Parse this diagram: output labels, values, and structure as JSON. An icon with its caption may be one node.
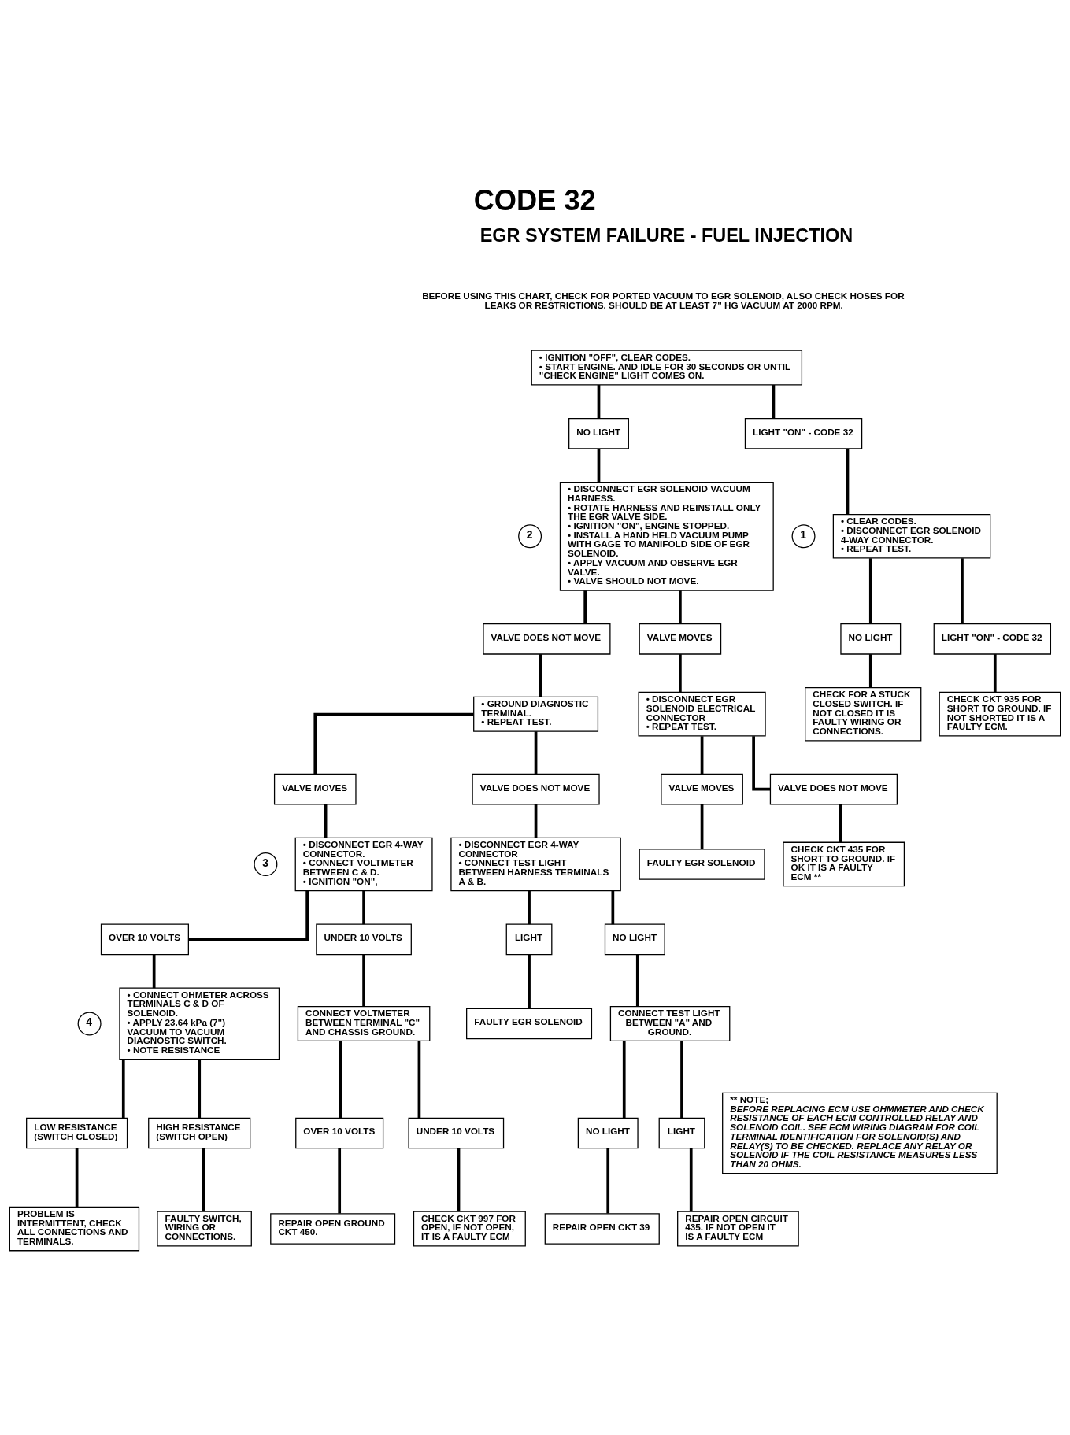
{
  "diagram": {
    "title": "CODE 32",
    "nodes": [
      {
        "text": [
          "• IGNITION \"OFF\", CLEAR CODES.",
          "• START ENGINE. AND IDLE FOR 30 SECONDS OR UNTIL \"CHECK ENGINE\" LIGHT COMES ON."
        ]
      },
      {
        "text": [
          "NO LIGHT"
        ]
      },
      {
        "text": [
          "LIGHT \"ON\" - CODE 32"
        ]
      },
      {
        "text": [
          "2"
        ]
      },
      {
        "text": [
          "• DISCONNECT EGR SOLENOID VACUUM HARNESS.",
          "• ROTATE HARNESS AND REINSTALL ONLY THE EGR VALVE SIDE.",
          "• IGNITION \"ON\", ENGINE STOPPED.",
          "• INSTALL A HAND HELD VACUUM PUMP WITH GAGE TO MANIFOLD SIDE OF EGR SOLENOID.",
          "• APPLY VACUUM AND OBSERVE EGR VALVE.",
          "• VALVE SHOULD NOT MOVE."
        ]
      },
      {
        "text": [
          "1"
        ]
      },
      {
        "text": [
          "• CLEAR CODES.",
          "• DISCONNECT EGR SOLENOID 4-WAY CONNECTOR.",
          "• REPEAT TEST."
        ]
      },
      {
        "text": [
          "NO LIGHT"
        ]
      },
      {
        "text": [
          "LIGHT \"ON\" - CODE 32"
        ]
      },
      {
        "text": [
          "CHECK FOR A STUCK CLOSED SWITCH. IF NOT CLOSED IT IS FAULTY WIRING OR CONNECTIONS."
        ]
      },
      {
        "text": [
          "CHECK CKT 935 FOR SHORT TO GROUND. IF NOT SHORTED IT IS A FAULTY ECM."
        ]
      },
      {
        "text": [
          "VALVE DOES NOT MOVE"
        ]
      },
      {
        "text": [
          "VALVE MOVES"
        ]
      },
      {
        "text": [
          "• GROUND DIAGNOSTIC TERMINAL.",
          "• REPEAT TEST."
        ]
      },
      {
        "text": [
          "• DISCONNECT EGR SOLENOID ELECTRICAL CONNECTOR",
          "• REPEAT TEST."
        ]
      },
      {
        "text": [
          "VALVE MOVES"
        ]
      },
      {
        "text": [
          "VALVE DOES NOT MOVE"
        ]
      },
      {
        "text": [
          "VALVE MOVES"
        ]
      },
      {
        "text": [
          "VALVE DOES NOT MOVE"
        ]
      },
      {
        "text": [
          "3"
        ]
      },
      {
        "text": [
          "• DISCONNECT EGR 4-WAY CONNECTOR.",
          "• CONNECT VOLTMETER BETWEEN C & D.",
          "• IGNITION \"ON\","
        ]
      },
      {
        "text": [
          "• DISCONNECT EGR 4-WAY CONNECTOR",
          "• CONNECT TEST LIGHT BETWEEN HARNESS TERMINALS A & B."
        ]
      },
      {
        "text": [
          "FAULTY EGR SOLENOID"
        ]
      },
      {
        "text": [
          "CHECK CKT 435 FOR SHORT TO GROUND. IF OK IT IS A FAULTY ECM **"
        ]
      },
      {
        "text": [
          "LIGHT"
        ]
      },
      {
        "text": [
          "NO LIGHT"
        ]
      },
      {
        "text": [
          "FAULTY EGR SOLENOID"
        ]
      },
      {
        "text": [
          "CONNECT TEST LIGHT BETWEEN \"A\" AND GROUND."
        ]
      },
      {
        "text": [
          "OVER 10 VOLTS"
        ]
      },
      {
        "text": [
          "UNDER 10 VOLTS"
        ]
      },
      {
        "text": [
          "NO LIGHT"
        ]
      },
      {
        "text": [
          "LIGHT"
        ]
      },
      {
        "text": [
          "4"
        ]
      },
      {
        "text": [
          "• CONNECT OHMETER ACROSS TERMINALS C & D OF SOLENOID.",
          "• APPLY 23.64 kPa (7\") VACUUM TO VACUUM DIAGNOSTIC SWITCH.",
          "• NOTE RESISTANCE"
        ]
      },
      {
        "text": [
          "CONNECT VOLTMETER BETWEEN TERMINAL \"C\" AND CHASSIS GROUND."
        ]
      },
      {
        "text": [
          "REPAIR OPEN CKT 39"
        ]
      },
      {
        "text": [
          "REPAIR OPEN CIRCUIT 435. IF NOT OPEN IT IS A FAULTY ECM"
        ]
      },
      {
        "text": [
          "OVER 10 VOLTS"
        ]
      },
      {
        "text": [
          "UNDER 10 VOLTS"
        ]
      },
      {
        "text": [
          "REPAIR OPEN GROUND CKT 450."
        ]
      },
      {
        "text": [
          "CHECK CKT 997 FOR OPEN, IF NOT OPEN, IT IS A FAULTY ECM"
        ]
      },
      {
        "text": [
          "LOW RESISTANCE (SWITCH CLOSED)"
        ]
      },
      {
        "text": [
          "HIGH RESISTANCE (SWITCH OPEN)"
        ]
      },
      {
        "text": [
          "** NOTE;",
          "BEFORE REPLACING ECM USE OHMMETER AND CHECK RESISTANCE OF EACH ECM CONTROLLED RELAY AND SOLENOID COIL. SEE ECM WIRING DIAGRAM FOR COIL TERMINAL IDENTIFICATION FOR SOLENOID(S) AND RELAY(S) TO BE CHECKED. REPLACE ANY RELAY OR SOLENOID IF THE COIL RESISTANCE MEASURES LESS THAN 20 OHMS."
        ]
      },
      {
        "text": [
          "PROBLEM IS INTERMITTENT, CHECK ALL CONNECTIONS AND TERMINALS."
        ]
      },
      {
        "text": [
          "FAULTY SWITCH, WIRING OR CONNECTIONS."
        ]
      }
    ],
    "edges": [
      {
        "from": 0,
        "to": 1,
        "arrow": "none"
      },
      {
        "from": 0,
        "to": 2,
        "arrow": "none"
      },
      {
        "from": 1,
        "to": 4,
        "arrow": "none"
      },
      {
        "from": 2,
        "to": 6,
        "arrow": "none"
      },
      {
        "from": 6,
        "to": 7,
        "arrow": "none"
      },
      {
        "from": 6,
        "to": 8,
        "arrow": "none"
      },
      {
        "from": 7,
        "to": 9,
        "arrow": "none"
      },
      {
        "from": 8,
        "to": 10,
        "arrow": "none"
      },
      {
        "from": 4,
        "to": 11,
        "arrow": "none"
      },
      {
        "from": 4,
        "to": 12,
        "arrow": "none"
      },
      {
        "from": 11,
        "to": 13,
        "arrow": "none"
      },
      {
        "from": 12,
        "to": 14,
        "arrow": "none"
      },
      {
        "from": 13,
        "to": 15,
        "arrow": "none"
      },
      {
        "from": 13,
        "to": 16,
        "arrow": "none"
      },
      {
        "from": 14,
        "to": 17,
        "arrow": "none"
      },
      {
        "from": 14,
        "to": 18,
        "arrow": "none"
      },
      {
        "from": 15,
        "to": 20,
        "arrow": "none"
      },
      {
        "from": 16,
        "to": 21,
        "arrow": "none"
      },
      {
        "from": 17,
        "to": 22,
        "arrow": "none"
      },
      {
        "from": 18,
        "to": 23,
        "arrow": "none"
      },
      {
        "from": 21,
        "to": 24,
        "arrow": "none"
      },
      {
        "from": 21,
        "to": 25,
        "arrow": "none"
      },
      {
        "from": 24,
        "to": 26,
        "arrow": "none"
      },
      {
        "from": 25,
        "to": 27,
        "arrow": "none"
      },
      {
        "from": 20,
        "to": 28,
        "arrow": "none"
      },
      {
        "from": 20,
        "to": 29,
        "arrow": "none"
      },
      {
        "from": 27,
        "to": 30,
        "arrow": "none"
      },
      {
        "from": 27,
        "to": 31,
        "arrow": "none"
      },
      {
        "from": 28,
        "to": 33,
        "arrow": "none"
      },
      {
        "from": 29,
        "to": 34,
        "arrow": "none"
      },
      {
        "from": 30,
        "to": 35,
        "arrow": "none"
      },
      {
        "from": 31,
        "to": 36,
        "arrow": "none"
      },
      {
        "from": 34,
        "to": 37,
        "arrow": "none"
      },
      {
        "from": 34,
        "to": 38,
        "arrow": "none"
      },
      {
        "from": 37,
        "to": 39,
        "arrow": "none"
      },
      {
        "from": 38,
        "to": 40,
        "arrow": "none"
      },
      {
        "from": 33,
        "to": 41,
        "arrow": "none"
      },
      {
        "from": 33,
        "to": 42,
        "arrow": "none"
      },
      {
        "from": 41,
        "to": 44,
        "arrow": "none"
      },
      {
        "from": 42,
        "to": 45,
        "arrow": "none"
      }
    ],
    "labels": [
      "EGR SYSTEM FAILURE - FUEL INJECTION",
      "BEFORE USING THIS CHART, CHECK FOR PORTED VACUUM TO EGR SOLENOID, ALSO CHECK HOSES FOR LEAKS OR RESTRICTIONS. SHOULD BE AT LEAST 7\" HG VACUUM AT 2000 RPM."
    ]
  }
}
